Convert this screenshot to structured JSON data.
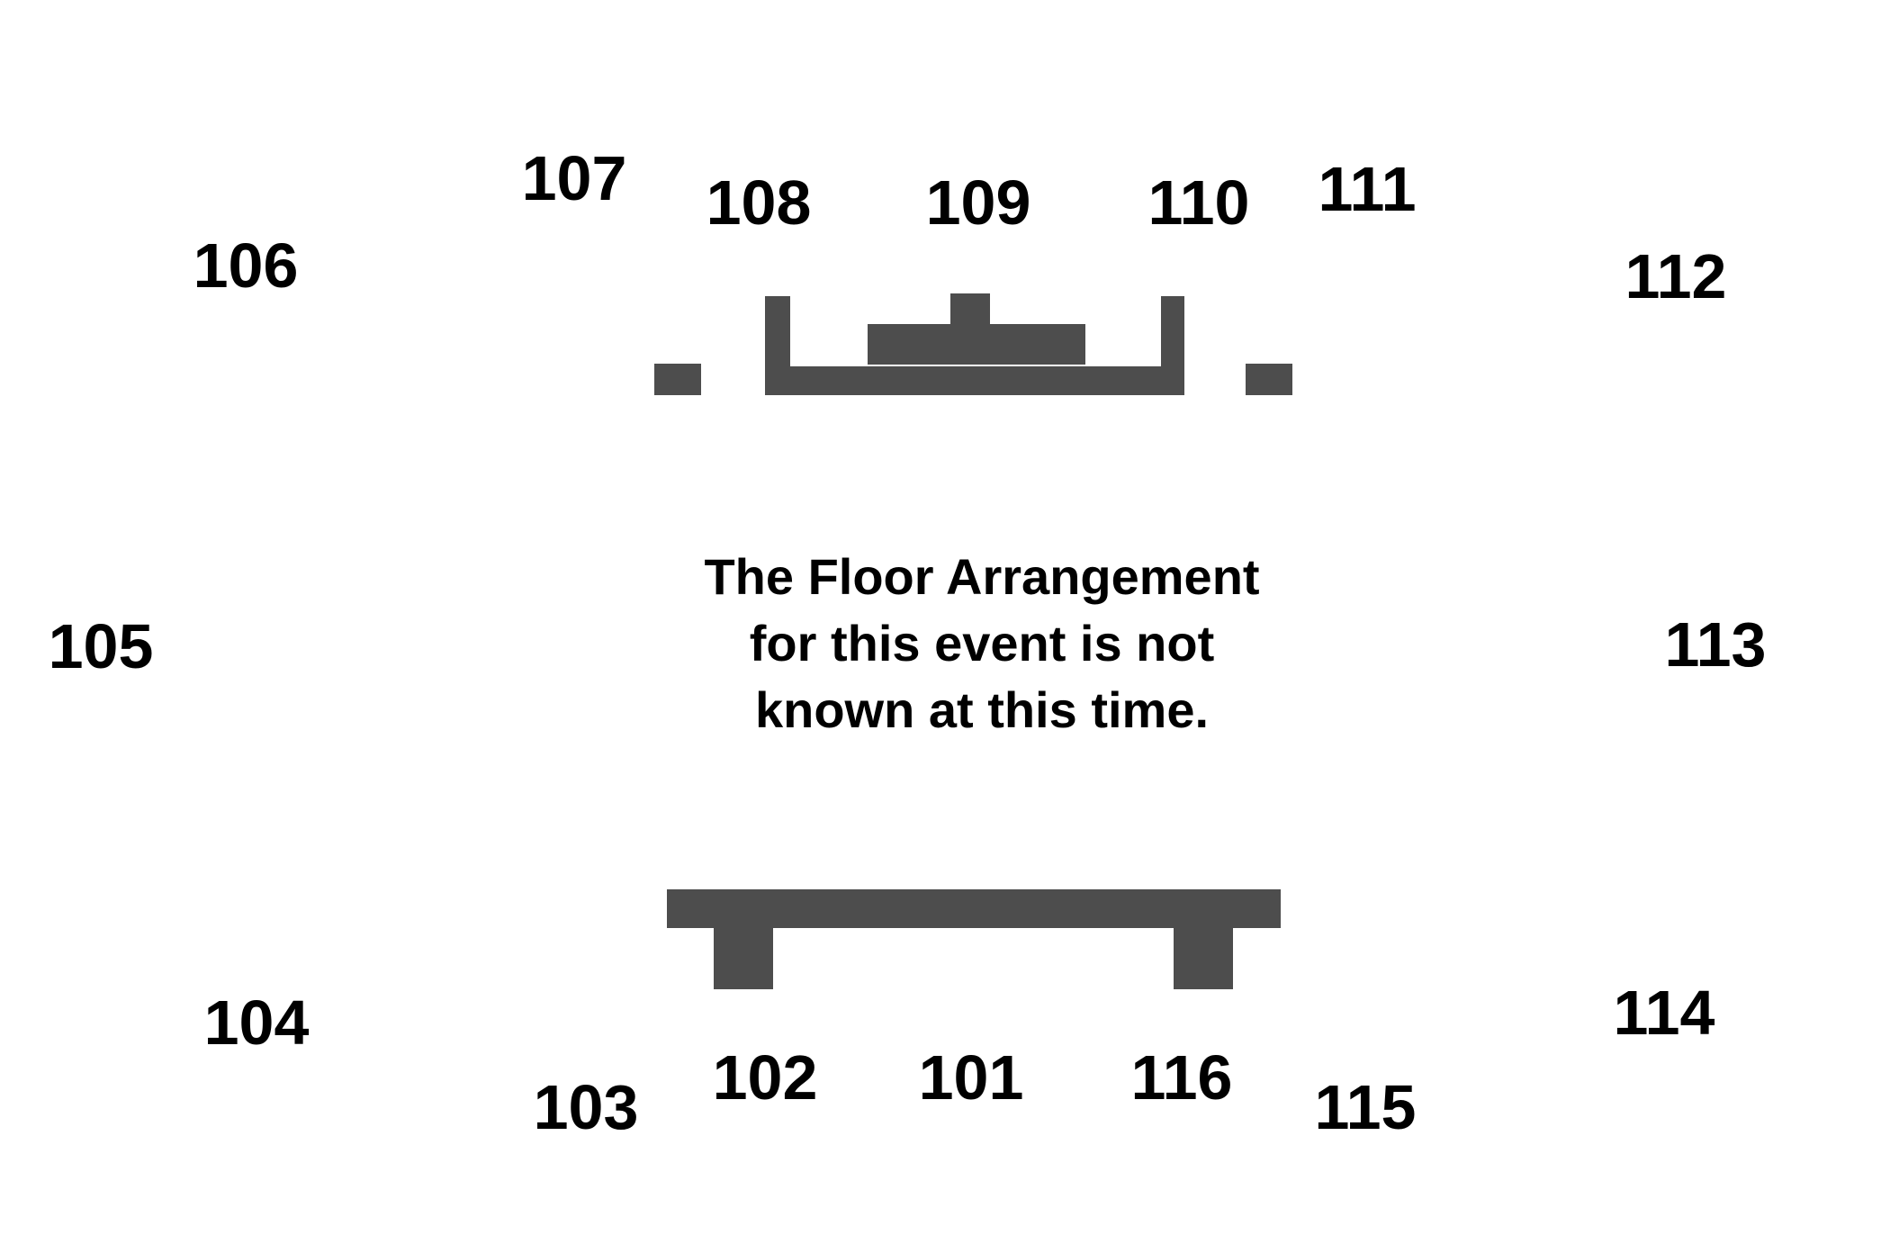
{
  "sections": {
    "s101": "101",
    "s102": "102",
    "s103": "103",
    "s104": "104",
    "s105": "105",
    "s106": "106",
    "s107": "107",
    "s108": "108",
    "s109": "109",
    "s110": "110",
    "s111": "111",
    "s112": "112",
    "s113": "113",
    "s114": "114",
    "s115": "115",
    "s116": "116"
  },
  "notice": {
    "line1": "The Floor Arrangement",
    "line2": "for this event is not",
    "line3": "known at this time."
  },
  "colors": {
    "shape_fill": "#4d4d4d",
    "text": "#000000",
    "background": "#ffffff"
  }
}
